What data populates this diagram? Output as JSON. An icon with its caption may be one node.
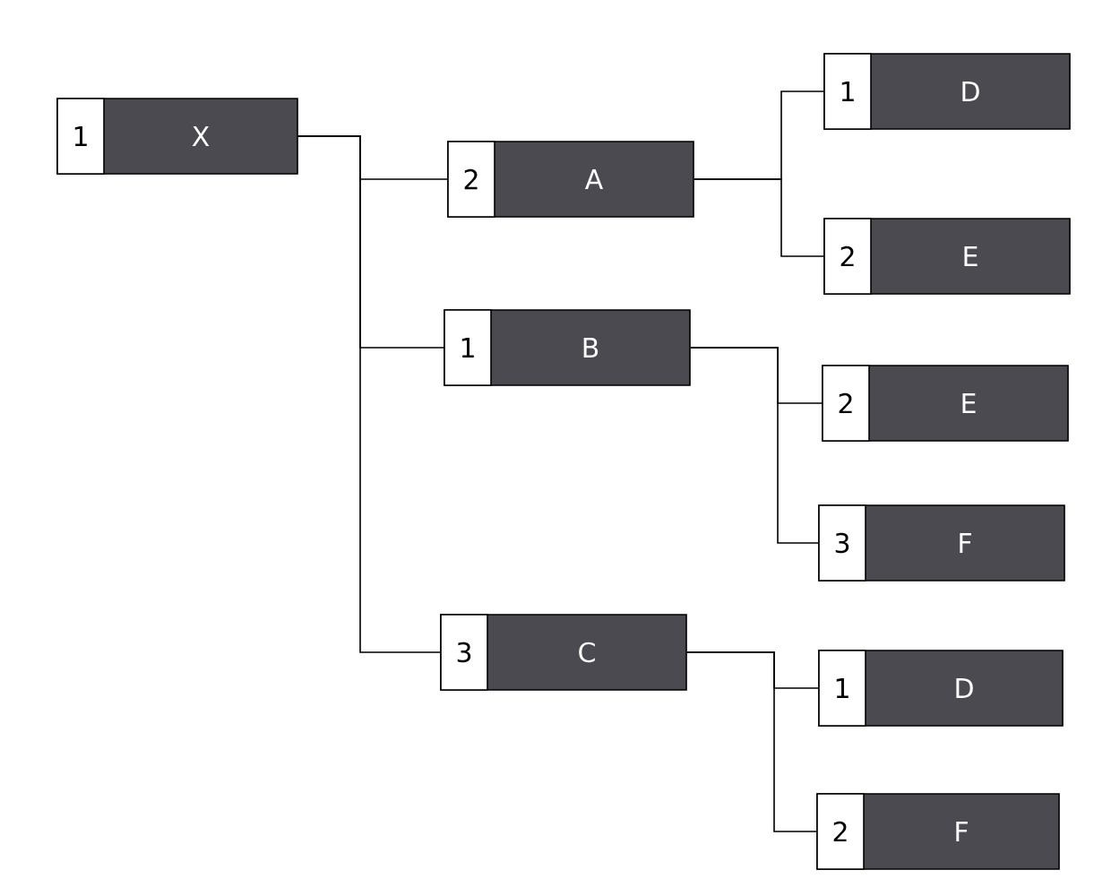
{
  "diagram": {
    "nodes": [
      {
        "text": [
          "1",
          "X"
        ]
      },
      {
        "text": [
          "2",
          "A"
        ]
      },
      {
        "text": [
          "1",
          "D"
        ]
      },
      {
        "text": [
          "2",
          "E"
        ]
      },
      {
        "text": [
          "1",
          "B"
        ]
      },
      {
        "text": [
          "2",
          "E"
        ]
      },
      {
        "text": [
          "3",
          "F"
        ]
      },
      {
        "text": [
          "3",
          "C"
        ]
      },
      {
        "text": [
          "1",
          "D"
        ]
      },
      {
        "text": [
          "2",
          "F"
        ]
      }
    ],
    "edges": [
      {
        "from": 0,
        "to": 1,
        "arrow": "none"
      },
      {
        "from": 0,
        "to": 4,
        "arrow": "none"
      },
      {
        "from": 0,
        "to": 7,
        "arrow": "none"
      },
      {
        "from": 1,
        "to": 2,
        "arrow": "none"
      },
      {
        "from": 1,
        "to": 3,
        "arrow": "none"
      },
      {
        "from": 4,
        "to": 5,
        "arrow": "none"
      },
      {
        "from": 4,
        "to": 6,
        "arrow": "none"
      },
      {
        "from": 7,
        "to": 8,
        "arrow": "none"
      },
      {
        "from": 7,
        "to": 9,
        "arrow": "none"
      }
    ]
  }
}
